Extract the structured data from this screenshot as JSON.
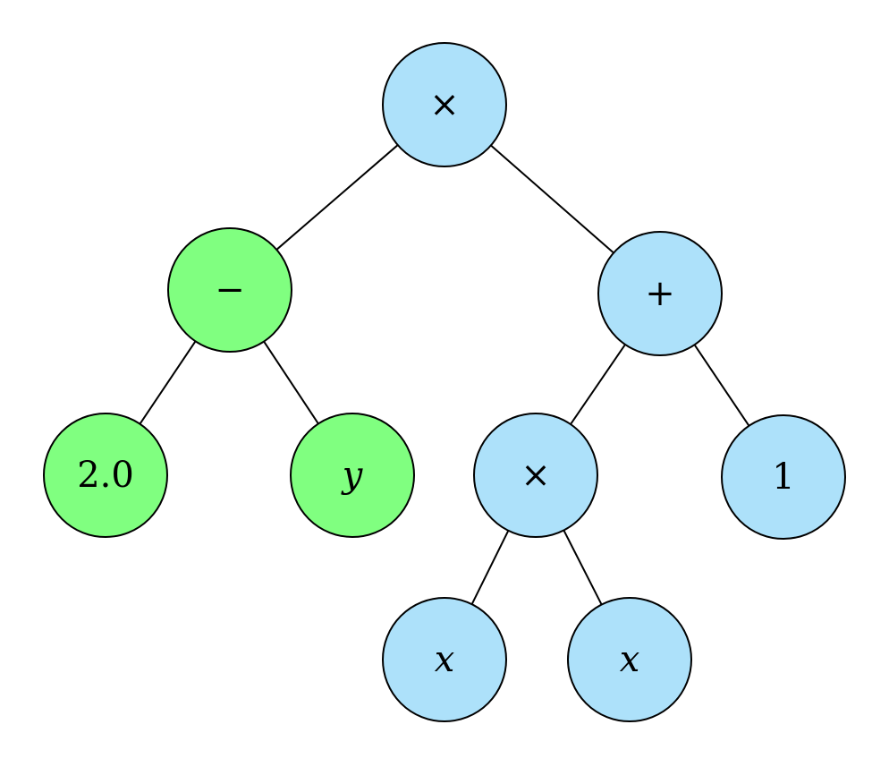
{
  "colors": {
    "blue": "#ADE1FA",
    "green": "#80FF80",
    "stroke": "#000000"
  },
  "nodes": [
    {
      "id": "root",
      "label": "×",
      "color": "blue",
      "italic": false
    },
    {
      "id": "minus",
      "label": "−",
      "color": "green",
      "italic": false
    },
    {
      "id": "plus",
      "label": "+",
      "color": "blue",
      "italic": false
    },
    {
      "id": "const",
      "label": "2.0",
      "color": "green",
      "italic": false
    },
    {
      "id": "var-y",
      "label": "y",
      "color": "green",
      "italic": true
    },
    {
      "id": "times",
      "label": "×",
      "color": "blue",
      "italic": false
    },
    {
      "id": "one",
      "label": "1",
      "color": "blue",
      "italic": false
    },
    {
      "id": "var-x-left",
      "label": "x",
      "color": "blue",
      "italic": true
    },
    {
      "id": "var-x-right",
      "label": "x",
      "color": "blue",
      "italic": true
    }
  ],
  "edges": [
    {
      "from": "root",
      "to": "minus"
    },
    {
      "from": "root",
      "to": "plus"
    },
    {
      "from": "minus",
      "to": "const"
    },
    {
      "from": "minus",
      "to": "var-y"
    },
    {
      "from": "plus",
      "to": "times"
    },
    {
      "from": "plus",
      "to": "one"
    },
    {
      "from": "times",
      "to": "var-x-left"
    },
    {
      "from": "times",
      "to": "var-x-right"
    }
  ]
}
